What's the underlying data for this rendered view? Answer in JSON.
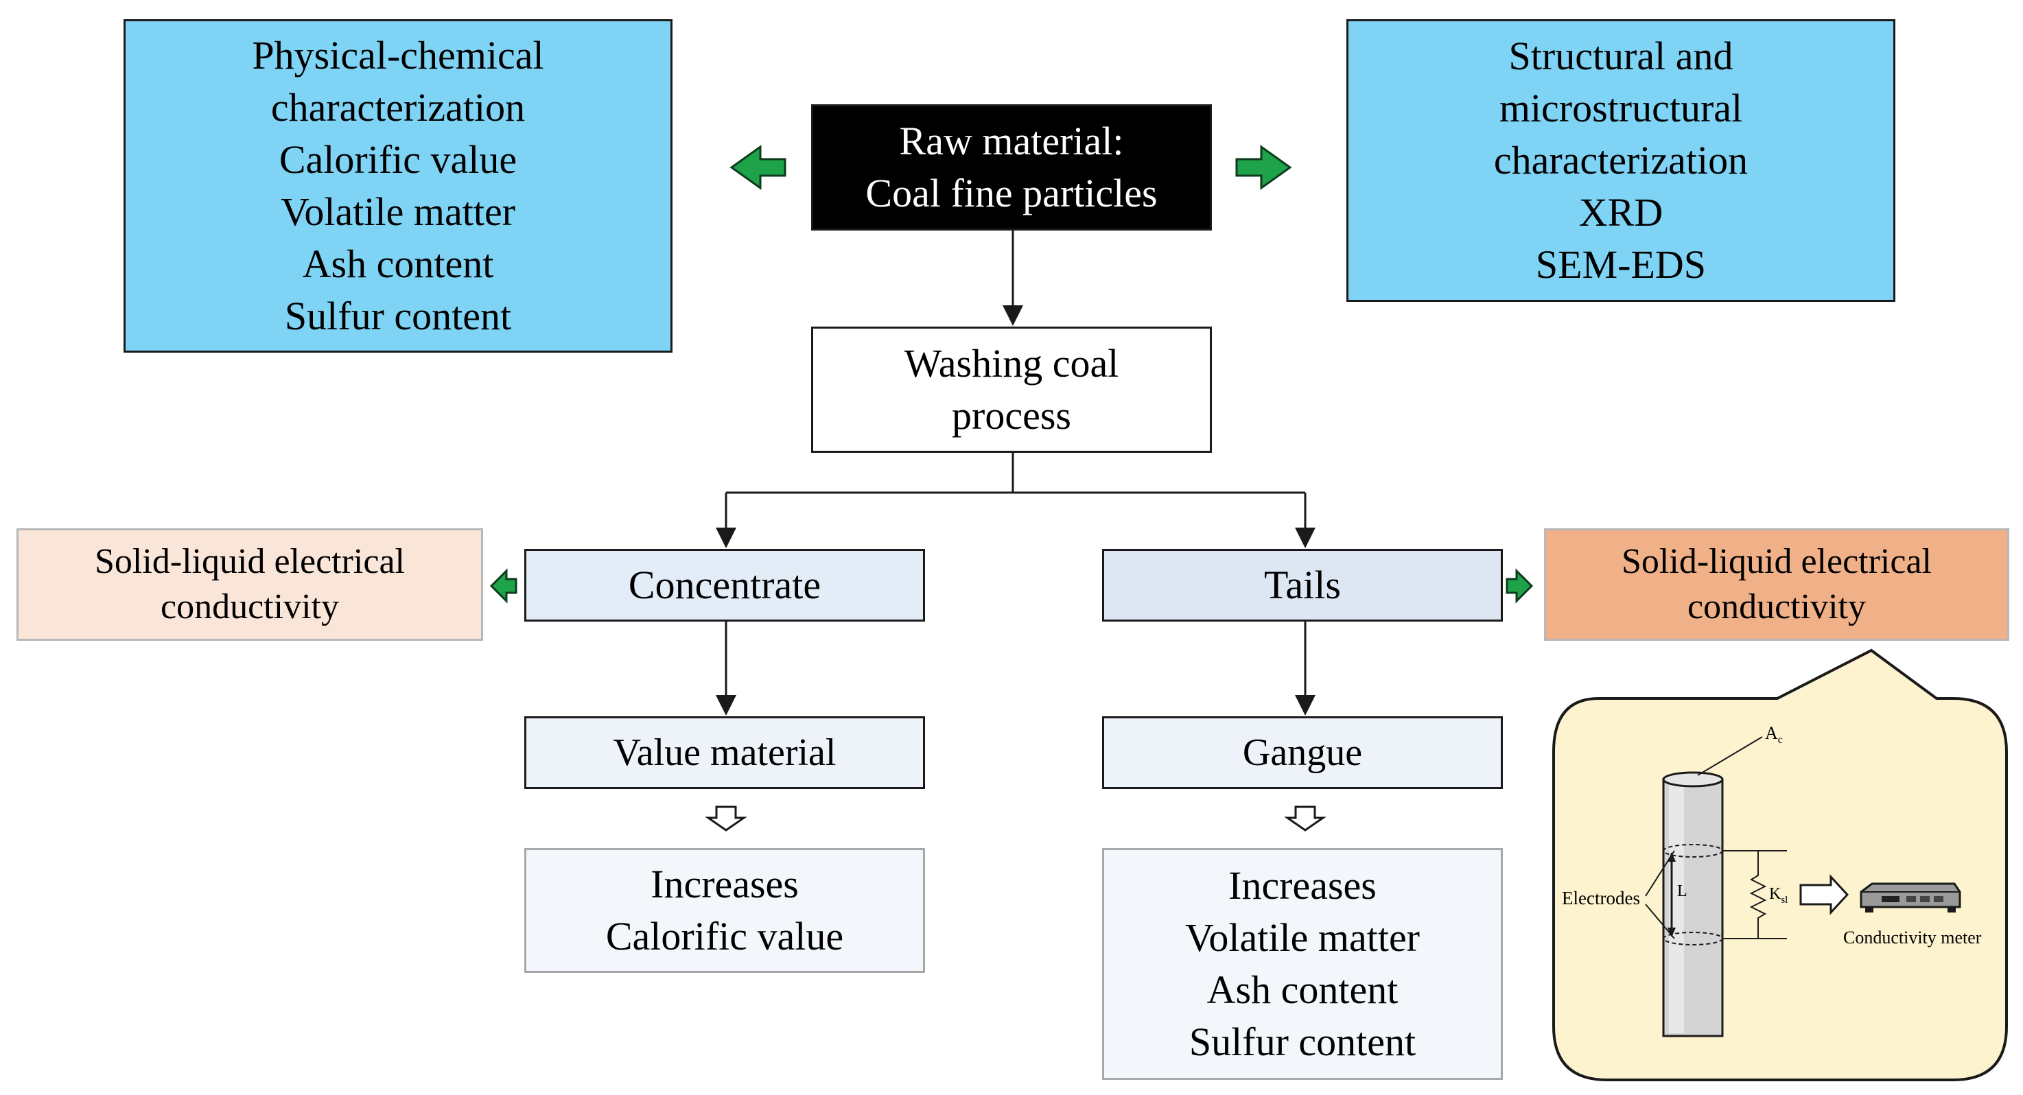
{
  "raw_material": {
    "lines": [
      "Raw material:",
      "Coal fine particles"
    ]
  },
  "physchem": {
    "lines": [
      "Physical-chemical",
      "characterization",
      "Calorific value",
      "Volatile matter",
      "Ash content",
      "Sulfur content"
    ]
  },
  "structural": {
    "lines": [
      "Structural and",
      "microstructural",
      "characterization",
      "XRD",
      "SEM-EDS"
    ]
  },
  "washing": {
    "lines": [
      "Washing coal",
      "process"
    ]
  },
  "concentrate": {
    "label": "Concentrate"
  },
  "tails": {
    "label": "Tails"
  },
  "sl_left": {
    "lines": [
      "Solid-liquid electrical",
      "conductivity"
    ]
  },
  "sl_right": {
    "lines": [
      "Solid-liquid electrical",
      "conductivity"
    ]
  },
  "value_material": {
    "label": "Value material"
  },
  "gangue": {
    "label": "Gangue"
  },
  "inc_left": {
    "lines": [
      "Increases",
      "Calorific value"
    ]
  },
  "inc_right": {
    "lines": [
      "Increases",
      "Volatile matter",
      "Ash content",
      "Sulfur content"
    ]
  },
  "inset": {
    "ac_label": "A",
    "ac_sub": "c",
    "l_label": "L",
    "ksl_label": "K",
    "ksl_sub": "sl",
    "electrodes_label": "Electrodes",
    "meter_label": "Conductivity meter"
  },
  "colors": {
    "light_blue": "#7fd3f5",
    "black_box": "#000000",
    "pale_blue_1": "#e3edf7",
    "pale_blue_2": "#eef3fa",
    "pale_blue_3": "#f3f7fc",
    "peach_light": "#fae5d9",
    "peach_dark": "#f0b088",
    "green_arrow": "#1fa34a",
    "inset_bg": "#fdf3cf"
  }
}
